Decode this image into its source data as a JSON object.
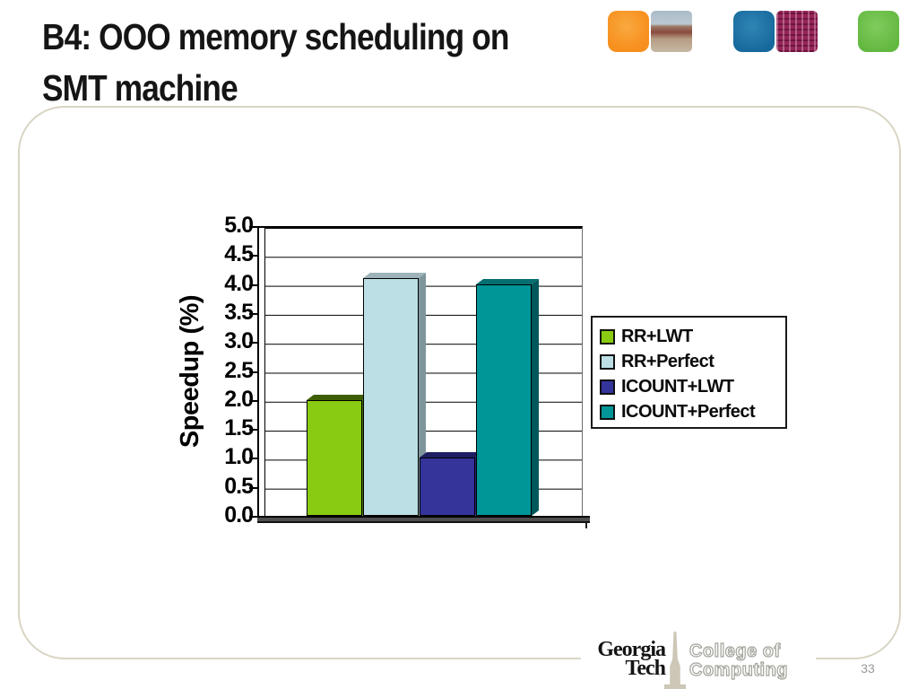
{
  "slide": {
    "title_line1": "B4: OOO memory scheduling on",
    "title_line2": "SMT machine",
    "page_number": "33"
  },
  "footer": {
    "wordmark_line1": "Georgia",
    "wordmark_line2": "Tech",
    "college_line1": "College of",
    "college_line2": "Computing"
  },
  "icons": {
    "top_right": [
      "orange-square",
      "campus-photo",
      "blue-square",
      "circuit-photo",
      "green-square"
    ]
  },
  "chart_data": {
    "type": "bar",
    "title": "",
    "xlabel": "",
    "ylabel": "Speedup (%)",
    "ylim": [
      0.0,
      5.0
    ],
    "ytick_step": 0.5,
    "ytick_labels": [
      "5.0",
      "4.5",
      "4.0",
      "3.5",
      "3.0",
      "2.5",
      "2.0",
      "1.5",
      "1.0",
      "0.5",
      "0.0"
    ],
    "grid": true,
    "style": "3d-column",
    "legend_position": "right",
    "series": [
      {
        "name": "RR+LWT",
        "value": 2.0,
        "color": "#89cb12",
        "top_color": "#3e5e04",
        "side_color": "#4a7208"
      },
      {
        "name": "RR+Perfect",
        "value": 4.1,
        "color": "#bbdfe5",
        "top_color": "#9db3b9",
        "side_color": "#7e969b"
      },
      {
        "name": "ICOUNT+LWT",
        "value": 1.0,
        "color": "#34349b",
        "top_color": "#1e1e62",
        "side_color": "#26267a"
      },
      {
        "name": "ICOUNT+Perfect",
        "value": 4.0,
        "color": "#009597",
        "top_color": "#056e70",
        "side_color": "#00585a"
      }
    ]
  }
}
